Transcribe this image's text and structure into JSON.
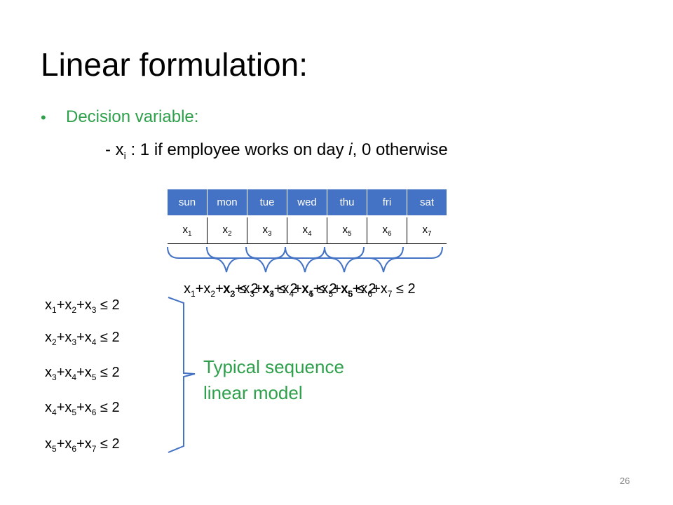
{
  "slide": {
    "title": "Linear formulation:",
    "bullet": "Decision variable:",
    "definition": {
      "prefix": "- x",
      "subscript": "i",
      "middle": " : 1 if employee works on day ",
      "italic": "i",
      "suffix": ", 0 otherwise"
    },
    "table": {
      "headers": [
        "sun",
        "mon",
        "tue",
        "wed",
        "thu",
        "fri",
        "sat"
      ],
      "cells": [
        {
          "var": "x",
          "sub": "1"
        },
        {
          "var": "x",
          "sub": "2"
        },
        {
          "var": "x",
          "sub": "3"
        },
        {
          "var": "x",
          "sub": "4"
        },
        {
          "var": "x",
          "sub": "5"
        },
        {
          "var": "x",
          "sub": "6"
        },
        {
          "var": "x",
          "sub": "7"
        }
      ]
    },
    "constraints": [
      {
        "a": "1",
        "b": "2",
        "c": "3",
        "rhs": "≤ 2"
      },
      {
        "a": "2",
        "b": "3",
        "c": "4",
        "rhs": "≤ 2"
      },
      {
        "a": "3",
        "b": "4",
        "c": "5",
        "rhs": "≤ 2"
      },
      {
        "a": "4",
        "b": "5",
        "c": "6",
        "rhs": "≤ 2"
      },
      {
        "a": "5",
        "b": "6",
        "c": "7",
        "rhs": "≤ 2"
      }
    ],
    "label": [
      "Typical sequence",
      "linear model"
    ],
    "page_number": "26",
    "colors": {
      "accent_green": "#2ea04b",
      "header_blue": "#4472c4",
      "brace": "#4472c4",
      "page_number": "#888888"
    }
  }
}
